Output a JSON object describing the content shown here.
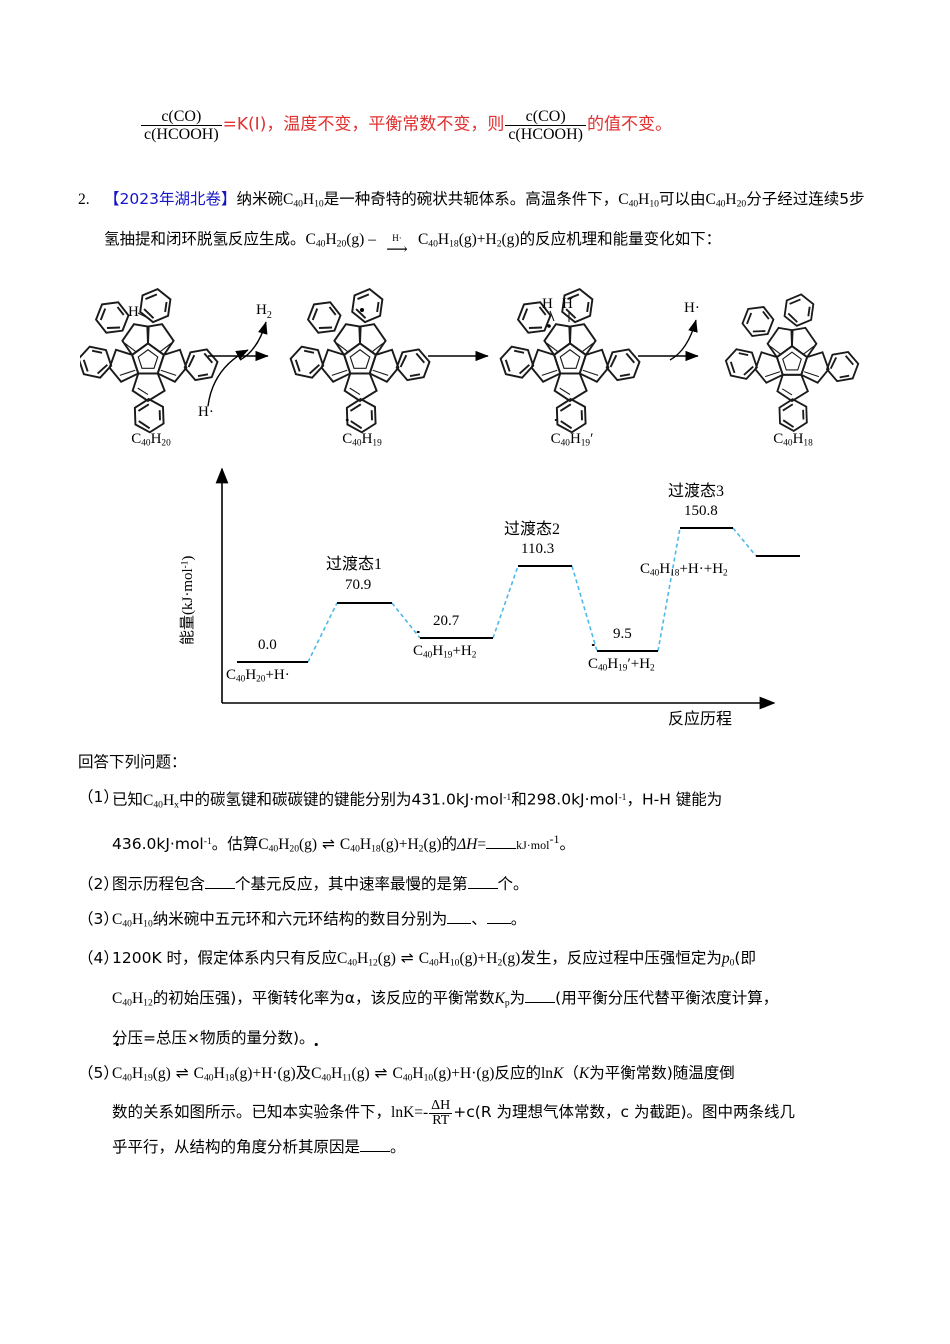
{
  "top_equation": {
    "fraction_left": {
      "numerator": "c(CO)",
      "denominator": "c(HCOOH)"
    },
    "middle_text": "=K(I)，温度不变，平衡常数不变，则",
    "fraction_right": {
      "numerator": "c(CO)",
      "denominator": "c(HCOOH)"
    },
    "tail_text": "的值不变。",
    "color": "#e03030"
  },
  "problem": {
    "number": "2.",
    "source_tag": "【2023年湖北卷】",
    "source_color": "#1414c8",
    "stem_part1": "纳米碗",
    "formula_a": "C40H10",
    "stem_part2": "是一种奇特的碗状共轭体系。高温条件下，",
    "formula_b": "C40H10",
    "stem_part3": "可以由",
    "formula_c": "C40H20",
    "stem_part4": "分子经过连续5步氢抽提和闭环脱氢反应生成。",
    "reaction": {
      "left": "C40H20(g)",
      "arrow_label": "H·",
      "right": "C40H18(g)+H2(g)"
    },
    "stem_part5": "的反应机理和能量变化如下："
  },
  "scheme": {
    "steps": [
      {
        "caption": "C40H20",
        "radical": false,
        "prime": false,
        "h_labels": [
          "H"
        ]
      },
      {
        "caption": "C40H19",
        "radical": true,
        "prime": false,
        "h_labels": []
      },
      {
        "caption": "C40H19′",
        "radical": true,
        "prime": true,
        "h_labels": [
          "H",
          "H"
        ]
      },
      {
        "caption": "C40H18",
        "radical": false,
        "prime": false,
        "h_labels": []
      }
    ],
    "arrow_annotations": [
      {
        "in": "H·",
        "out": "H2"
      },
      {
        "in": "",
        "out": ""
      },
      {
        "in": "",
        "out": "H·"
      }
    ]
  },
  "chart_data": {
    "type": "line",
    "title": "",
    "xlabel": "反应历程",
    "ylabel": "能量(kJ·mol⁻¹)",
    "grid": false,
    "legend": "none",
    "ylim": [
      0,
      170
    ],
    "levels": [
      {
        "kind": "state",
        "value": "0.0",
        "label": "C40H20+H·",
        "label_dot": false,
        "y": 0.0
      },
      {
        "kind": "transition",
        "value": "70.9",
        "label": "过渡态1",
        "label_dot": false,
        "y": 70.9
      },
      {
        "kind": "state",
        "value": "20.7",
        "label": "Ċ40H19+H2",
        "label_dot": true,
        "y": 20.7
      },
      {
        "kind": "transition",
        "value": "110.3",
        "label": "过渡态2",
        "label_dot": false,
        "y": 110.3
      },
      {
        "kind": "state",
        "value": "9.5",
        "label": "Ċ40H19′+H2",
        "label_dot": true,
        "y": 9.5
      },
      {
        "kind": "transition",
        "value": "150.8",
        "label": "过渡态3",
        "label_dot": false,
        "y": 150.8
      },
      {
        "kind": "state",
        "value": "",
        "label": "C40H18+H·+H2",
        "label_dot": false,
        "y": 120.0
      }
    ],
    "connector_color": "#4fb8e8",
    "level_color": "#000000"
  },
  "questions": {
    "intro": "回答下列问题：",
    "items": [
      {
        "label": "（1）",
        "line1_a": "已知",
        "line1_f": "C40Hx",
        "line1_b": "中的碳氢键和碳碳键的键能分别为431.0kJ·mol",
        "line1_c": "和298.0kJ·mol",
        "line1_d": "，H-H 键能为",
        "line2_a": "436.0kJ·mol",
        "line2_b": "。估算",
        "line2_rxn_left": "C40H20(g)",
        "line2_rxn_right": "C40H18(g)+H2(g)",
        "line2_c": "的",
        "line2_dh": "ΔH",
        "line2_eq": "=",
        "line2_unit": "kJ·mol",
        "line2_end": "。"
      },
      {
        "label": "（2）",
        "text_a": "图示历程包含",
        "text_b": "个基元反应，其中速率最慢的是第",
        "text_c": "个。"
      },
      {
        "label": "（3）",
        "formula": "C40H10",
        "text_a": "纳米碗中五元环和六元环结构的数目分别为",
        "text_b": "、",
        "text_c": "。"
      },
      {
        "label": "（4）",
        "line1_a": "1200K 时，假定体系内只有反应",
        "line1_rxn_left": "C40H12(g)",
        "line1_rxn_right": "C40H10(g)+H2(g)",
        "line1_b": "发生，反应过程中压强恒定为",
        "line1_p": "p0",
        "line1_c": "(即",
        "line2_f": "C40H12",
        "line2_a": "的初始压强)，平衡转化率为α，该反应的平衡常数",
        "line2_k": "Kp",
        "line2_b": "为",
        "line2_c": "(用平衡分压代替平衡浓度计算，",
        "line3": "分压=总压×物质的量分数)。"
      },
      {
        "label": "（5）",
        "line1_rxn1_left": "Ċ40H19(g)",
        "line1_rxn1_right": "C40H18(g)+H·(g)",
        "line1_mid": "及",
        "line1_rxn2_left": "Ċ40H11(g)",
        "line1_rxn2_right": "C40H10(g)+H·(g)",
        "line1_a": "反应的",
        "line1_lnk": "lnK",
        "line1_b": "（",
        "line1_k": "K",
        "line1_c": "为平衡常数)随温度倒",
        "line2_a": "数的关系如图所示。已知本实验条件下，",
        "line2_lnk": "lnK=-",
        "line2_frac_num": "ΔH",
        "line2_frac_den": "RT",
        "line2_b": "+c(R 为理想气体常数，c 为截距)。图中两条线几",
        "line3_a": "乎平行，从结构的角度分析其原因是",
        "line3_b": "。"
      }
    ]
  }
}
